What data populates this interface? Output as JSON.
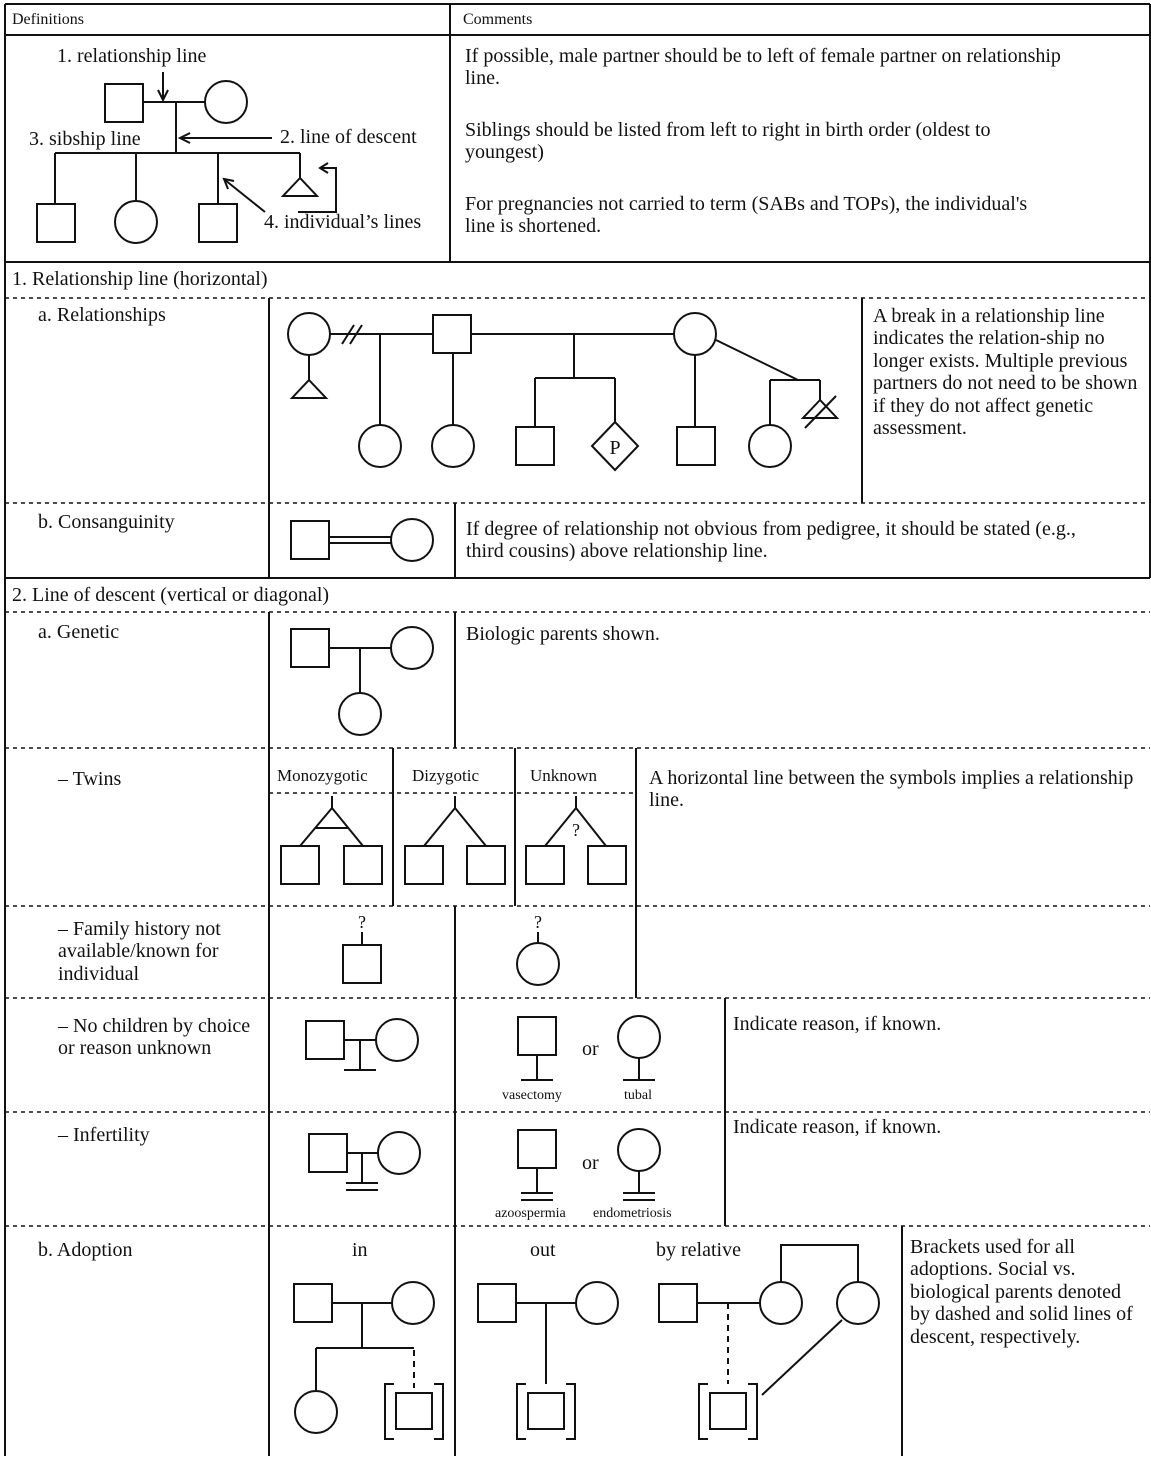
{
  "headers": {
    "definitions": "Definitions",
    "comments": "Comments"
  },
  "intro": {
    "labels": {
      "relationship_line": "1. relationship line",
      "sibship_line": "3. sibship line",
      "line_of_descent": "2. line of descent",
      "individuals_lines": "4. individual’s lines"
    },
    "comments": [
      "If possible, male partner should be to left of female partner on relationship line.",
      "Siblings should be listed from left to right in birth order (oldest to youngest)",
      "For pregnancies not carried to term (SABs and TOPs), the individual's line is shortened."
    ]
  },
  "section1": {
    "title": "1. Relationship line (horizontal)",
    "relationships": {
      "label": "a. Relationships",
      "symbol_p": "P",
      "comment": "A break in a relationship line indicates the relation-ship no longer exists. Multiple previous partners do not need to be shown if they do not affect genetic assessment."
    },
    "consanguinity": {
      "label": "b. Consanguinity",
      "comment": "If degree of relationship not obvious from pedigree, it should be stated (e.g., third cousins) above relationship line."
    }
  },
  "section2": {
    "title": "2. Line of descent (vertical or diagonal)",
    "genetic": {
      "label": "a. Genetic",
      "comment": "Biologic parents shown."
    },
    "twins": {
      "label": "– Twins",
      "columns": [
        "Monozygotic",
        "Dizygotic",
        "Unknown"
      ],
      "unknown_mark": "?",
      "comment": "A horizontal line between the symbols implies a relationship line."
    },
    "family_history": {
      "label": "– Family history not available/known for individual",
      "mark": "?"
    },
    "no_children": {
      "label": "– No children by choice or reason unknown",
      "or_text": "or",
      "male_note": "vasectomy",
      "female_note": "tubal",
      "comment": "Indicate reason, if known."
    },
    "infertility": {
      "label": "– Infertility",
      "or_text": "or",
      "male_note": "azoospermia",
      "female_note": "endometriosis",
      "comment": "Indicate reason, if known."
    },
    "adoption": {
      "label": "b. Adoption",
      "columns": [
        "in",
        "out",
        "by relative"
      ],
      "comment": "Brackets used for all adoptions. Social vs. biological parents denoted by dashed and solid lines of descent, respectively."
    }
  }
}
